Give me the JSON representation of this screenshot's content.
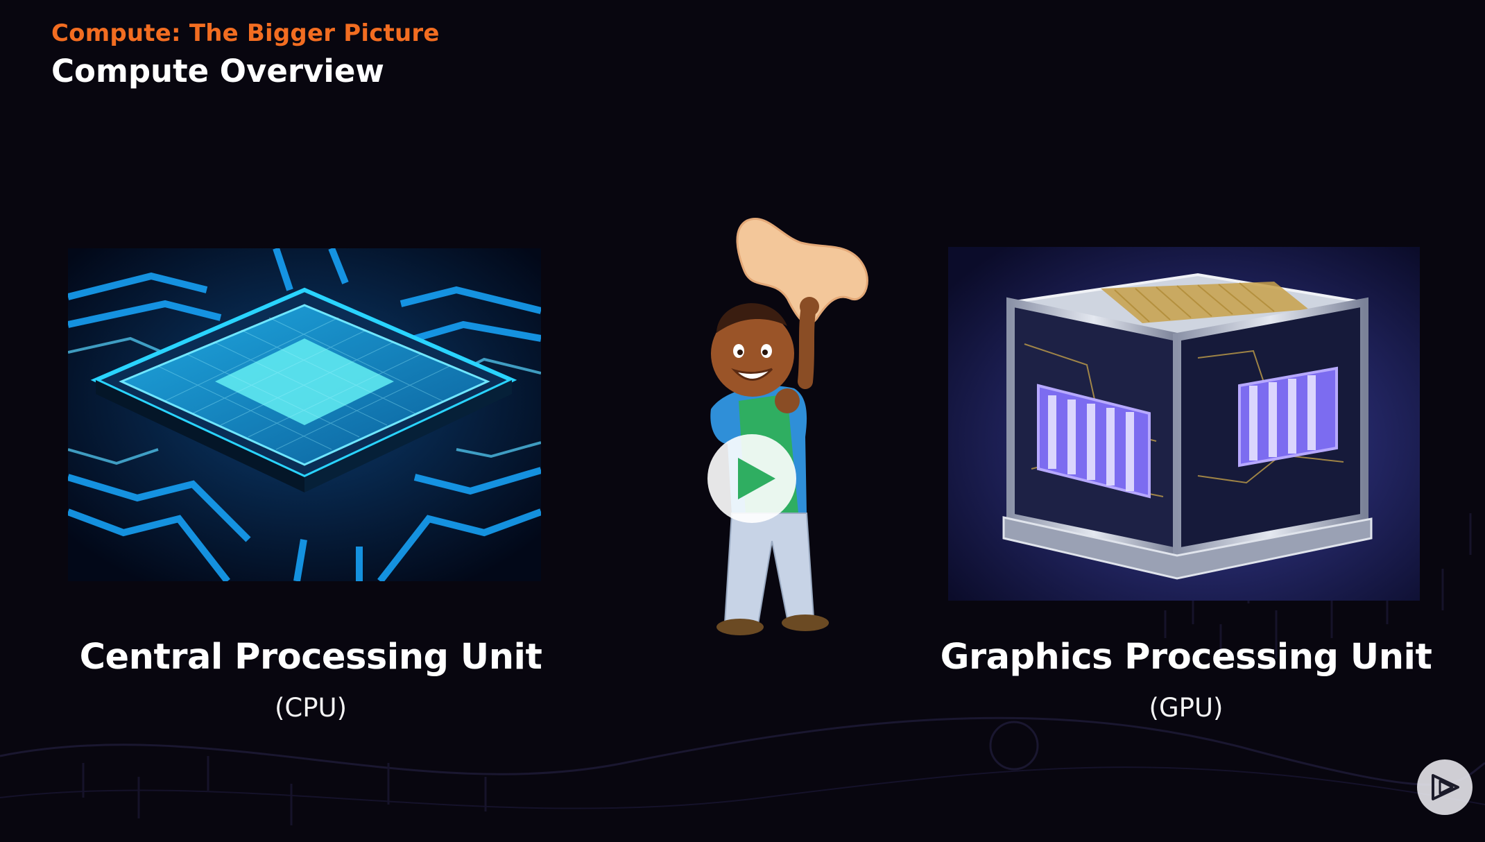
{
  "header": {
    "course_title": "Compute: The Bigger Picture",
    "slide_title": "Compute Overview"
  },
  "cards": {
    "cpu": {
      "name": "Central Processing Unit",
      "abbr": "(CPU)",
      "accent": "#1fb6ff"
    },
    "gpu": {
      "name": "Graphics Processing Unit",
      "abbr": "(GPU)",
      "accent": "#7b5cff"
    }
  },
  "player": {
    "play_icon": "play-icon",
    "brand_icon": "pluralsight-logo-icon"
  },
  "colors": {
    "background": "#08060f",
    "course_title": "#f26d21",
    "title": "#ffffff"
  }
}
